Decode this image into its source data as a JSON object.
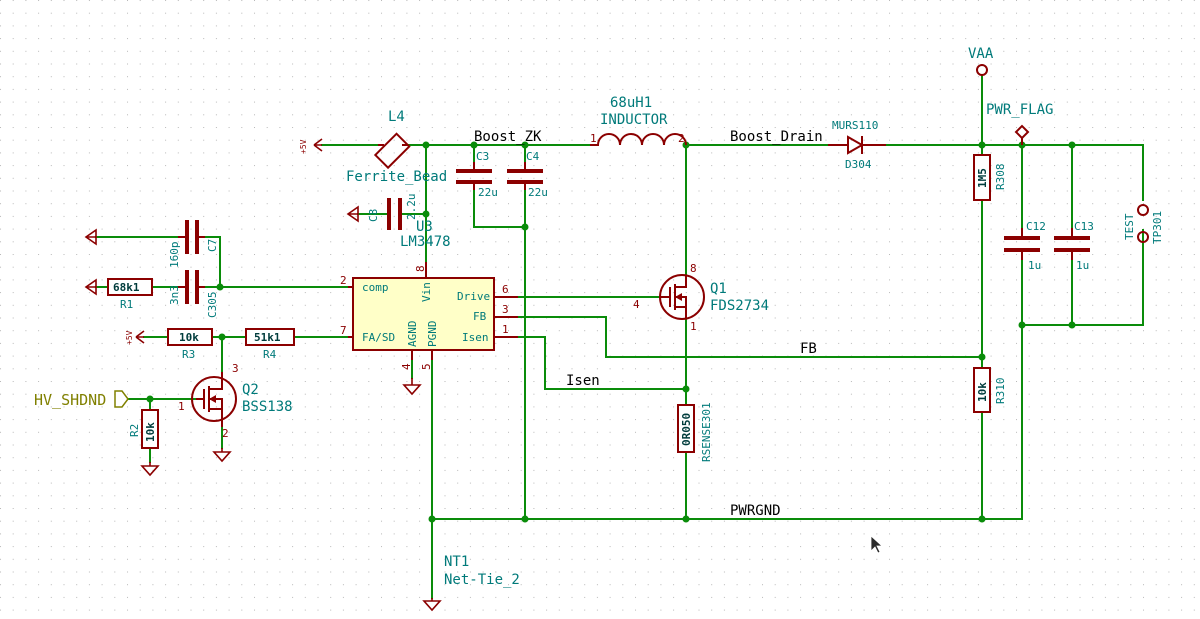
{
  "nets": {
    "boost_zk": "Boost_ZK",
    "boost_drain": "Boost_Drain",
    "fb": "FB",
    "isen": "Isen",
    "pwrgnd": "PWRGND",
    "vaa": "VAA",
    "pwr_flag": "PWR_FLAG",
    "hv_shdnd": "HV_SHDND"
  },
  "power": {
    "plus5v": "+5V"
  },
  "components": {
    "L4": {
      "ref": "L4",
      "value": "Ferrite_Bead"
    },
    "inductor": {
      "ref": "68uH1",
      "value": "INDUCTOR",
      "pin1": "1",
      "pin2": "2"
    },
    "D304": {
      "ref": "D304",
      "value": "MURS110"
    },
    "C3": {
      "ref": "C3",
      "value": "22u"
    },
    "C4": {
      "ref": "C4",
      "value": "22u"
    },
    "C8": {
      "ref": "C8",
      "value": "2.2u"
    },
    "C7": {
      "ref": "C7",
      "value": "160p"
    },
    "C305": {
      "ref": "C305",
      "value": "3n3"
    },
    "R1": {
      "ref": "R1",
      "value": "68k1"
    },
    "R3": {
      "ref": "R3",
      "value": "10k"
    },
    "R4": {
      "ref": "R4",
      "value": "51k1"
    },
    "R2": {
      "ref": "R2",
      "value": "10k"
    },
    "U3": {
      "ref": "U3",
      "value": "LM3478"
    },
    "Q1": {
      "ref": "Q1",
      "value": "FDS2734"
    },
    "Q2": {
      "ref": "Q2",
      "value": "BSS138"
    },
    "RSENSE301": {
      "ref": "RSENSE301",
      "value": "0R050"
    },
    "R308": {
      "ref": "R308",
      "value": "1M5"
    },
    "R310": {
      "ref": "R310",
      "value": "10k"
    },
    "C12": {
      "ref": "C12",
      "value": "1u"
    },
    "C13": {
      "ref": "C13",
      "value": "1u"
    },
    "TP301": {
      "ref": "TP301",
      "value": "TEST"
    },
    "NT1": {
      "ref": "NT1",
      "value": "Net-Tie_2"
    }
  },
  "ic_pins": {
    "comp": {
      "name": "comp",
      "num": "2"
    },
    "fasd": {
      "name": "FA/SD",
      "num": "7"
    },
    "vin": {
      "name": "Vin",
      "num": "8"
    },
    "drive": {
      "name": "Drive",
      "num": "6"
    },
    "fb": {
      "name": "FB",
      "num": "3"
    },
    "isen": {
      "name": "Isen",
      "num": "1"
    },
    "agnd": {
      "name": "AGND",
      "num": "4"
    },
    "pgnd": {
      "name": "PGND",
      "num": "5"
    }
  },
  "q1_pins": {
    "gate": "4",
    "drain": "8",
    "source": "1"
  },
  "q2_pins": {
    "gate": "1",
    "drain": "3",
    "source": "2"
  },
  "colors": {
    "wire": "#0a8c0a",
    "part": "#8b0000",
    "text": "#007a7a",
    "label": "#808000"
  }
}
